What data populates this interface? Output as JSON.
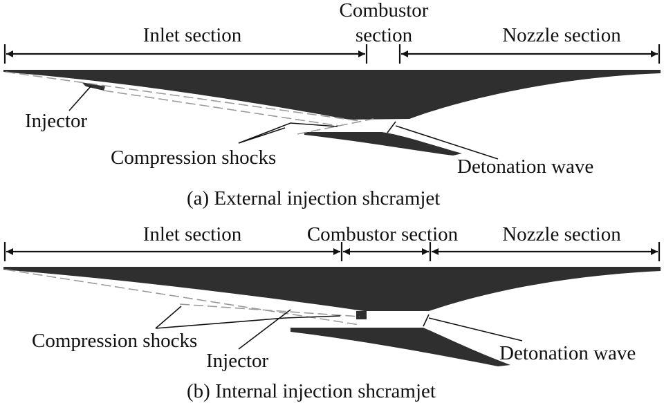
{
  "colors": {
    "body": "#2f2f2f",
    "ink": "#111111",
    "shock": "#9a9a9a"
  },
  "panel_a": {
    "inlet_label": "Inlet section",
    "combustor_label_line1": "Combustor",
    "combustor_label_line2": "section",
    "nozzle_label": "Nozzle section",
    "injector_label": "Injector",
    "shocks_label": "Compression shocks",
    "detonation_label": "Detonation wave",
    "caption": "(a) External injection shcramjet"
  },
  "panel_b": {
    "inlet_label": "Inlet section",
    "combustor_label": "Combustor section",
    "nozzle_label": "Nozzle section",
    "shocks_label": "Compression shocks",
    "injector_label": "Injector",
    "detonation_label": "Detonation wave",
    "caption": "(b) Internal injection shcramjet"
  }
}
